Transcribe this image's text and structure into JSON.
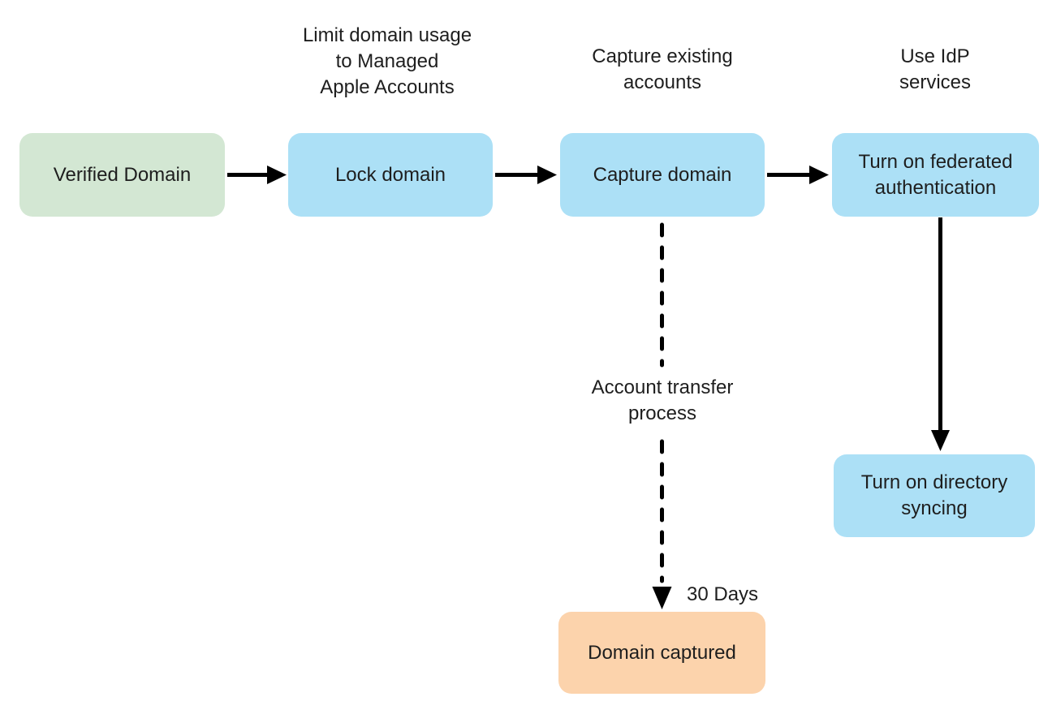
{
  "diagram": {
    "background": "#ffffff",
    "palette": {
      "node_green": "#d3e7d3",
      "node_blue": "#ace0f6",
      "node_orange": "#fcd3ac",
      "text": "#1e1e1e",
      "arrow": "#000000"
    },
    "nodes": {
      "verified_domain": {
        "label": "Verified Domain",
        "color_key": "node_green"
      },
      "lock_domain": {
        "label": "Lock domain",
        "color_key": "node_blue"
      },
      "capture_domain": {
        "label": "Capture domain",
        "color_key": "node_blue"
      },
      "federated_auth": {
        "label": "Turn on federated\nauthentication",
        "color_key": "node_blue"
      },
      "directory_syncing": {
        "label": "Turn on directory\nsyncing",
        "color_key": "node_blue"
      },
      "domain_captured": {
        "label": "Domain captured",
        "color_key": "node_orange"
      }
    },
    "annotations": {
      "limit_domain_usage": "Limit domain usage\nto Managed\nApple Accounts",
      "capture_existing": "Capture existing\naccounts",
      "use_idp": "Use IdP\nservices",
      "account_transfer": "Account transfer\nprocess",
      "thirty_days": "30 Days"
    },
    "edges": [
      {
        "from": "verified_domain",
        "to": "lock_domain",
        "style": "solid",
        "direction": "right"
      },
      {
        "from": "lock_domain",
        "to": "capture_domain",
        "style": "solid",
        "direction": "right"
      },
      {
        "from": "capture_domain",
        "to": "federated_auth",
        "style": "solid",
        "direction": "right"
      },
      {
        "from": "federated_auth",
        "to": "directory_syncing",
        "style": "solid",
        "direction": "down"
      },
      {
        "from": "capture_domain",
        "to": "domain_captured",
        "style": "dashed",
        "direction": "down",
        "label": "Account transfer\nprocess",
        "duration": "30 Days"
      }
    ]
  }
}
